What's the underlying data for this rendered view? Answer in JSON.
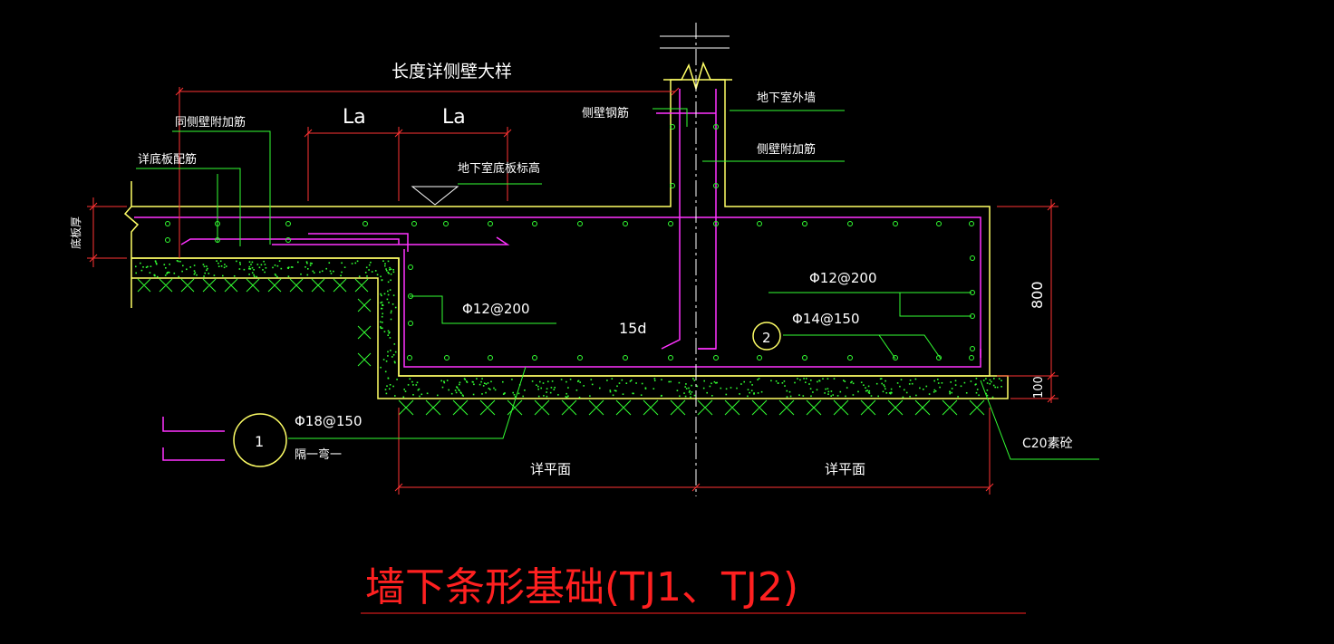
{
  "labels": {
    "top_dim": "长度详侧壁大样",
    "la_left": "La",
    "la_right": "La",
    "side_add_bar_left": "同侧壁附加筋",
    "slab_bar": "详底板配筋",
    "slab_elev": "地下室底板标高",
    "slab_thick": "底板厚",
    "side_bar": "侧壁钢筋",
    "basement_wall": "地下室外墙",
    "side_add_bar_right": "侧壁附加筋",
    "bar_left": "Φ12@200",
    "bar_right_top": "Φ12@200",
    "bar_right_bottom": "Φ14@150",
    "anchor_15d": "15d",
    "dim_800": "800",
    "dim_100": "100",
    "bar_18": "Φ18@150",
    "alt_bend": "隔一弯一",
    "c20": "C20素砼",
    "plan_left": "详平面",
    "plan_right": "详平面",
    "bubble_1": "1",
    "bubble_2": "2",
    "title": "墙下条形基础(TJ1、TJ2)"
  },
  "colors": {
    "background": "#000000",
    "concrete": "#ffff66",
    "rebar": "#ff33ff",
    "leader": "#33ff33",
    "dimension": "#ff3333",
    "text": "#ffffff",
    "title": "#ff2020",
    "aggregate": "#33ff33"
  }
}
